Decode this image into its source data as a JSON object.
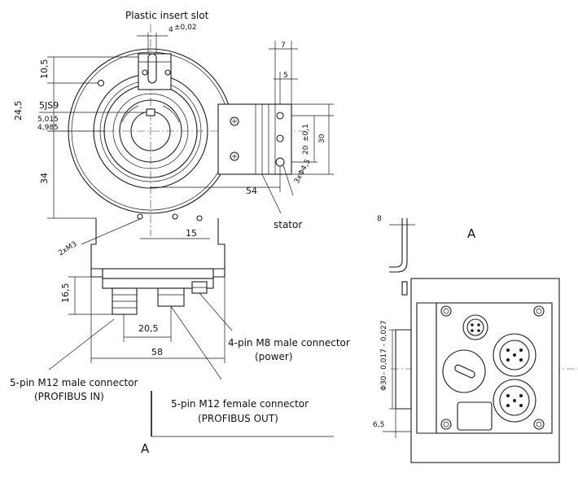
{
  "labels": {
    "plastic_insert_slot": "Plastic insert slot",
    "stator": "stator",
    "conn_m8_line1": "4-pin M8 male connector",
    "conn_m8_line2": "(power)",
    "conn_m12m_line1": "5-pin M12 male connector",
    "conn_m12m_line2": "(PROFIBUS IN)",
    "conn_m12f_line1": "5-pin M12 female connector",
    "conn_m12f_line2": "(PROFIBUS OUT)",
    "view_a_top": "A",
    "view_a_bottom": "A"
  },
  "dimensions": {
    "slot_width": "4",
    "slot_width_tol": "±0,02",
    "d_7": "7",
    "d_5": "5",
    "d_10_5": "10,5",
    "d_24_5": "24,5",
    "d_5js9": "5JS9",
    "d_5015": "5,015",
    "d_4985": "4,985",
    "d_34": "34",
    "d_20": "20",
    "d_20_tol": "±0,1",
    "d_30": "30",
    "d_54": "54",
    "d_3x45": "3xΦ4,5",
    "d_2xm3": "2xM3",
    "d_15": "15",
    "d_16_5": "16,5",
    "d_20_5": "20,5",
    "d_58": "58",
    "d_8": "8",
    "d_phi30": "Φ30",
    "d_phi30_tol": "- 0,017 - 0,027",
    "d_6_5": "6,5"
  }
}
